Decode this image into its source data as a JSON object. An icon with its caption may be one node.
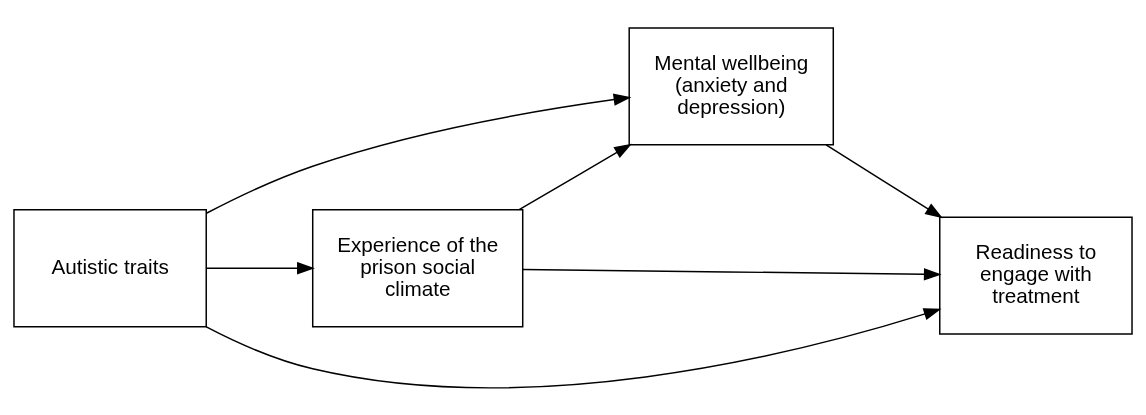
{
  "diagram": {
    "nodes": [
      {
        "text": [
          "Autistic traits"
        ]
      },
      {
        "text": [
          "Experience of the prison social climate"
        ]
      },
      {
        "text": [
          "Mental wellbeing (anxiety and depression)"
        ]
      },
      {
        "text": [
          "Readiness to engage with treatment"
        ]
      }
    ],
    "edges": [
      {
        "from": 0,
        "to": 1,
        "arrow": "to"
      },
      {
        "from": 1,
        "to": 2,
        "arrow": "to"
      },
      {
        "from": 0,
        "to": 2,
        "arrow": "to"
      },
      {
        "from": 2,
        "to": 3,
        "arrow": "to"
      },
      {
        "from": 1,
        "to": 3,
        "arrow": "to"
      },
      {
        "from": 0,
        "to": 3,
        "arrow": "to"
      }
    ]
  }
}
